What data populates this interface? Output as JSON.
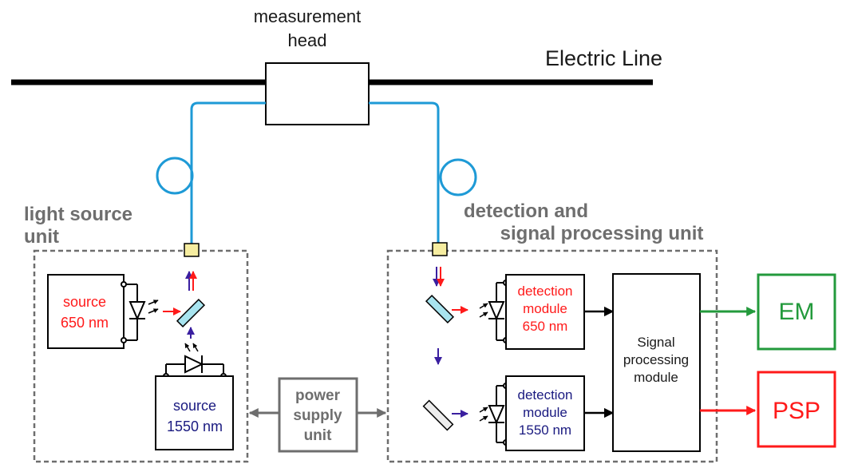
{
  "measurement_head": {
    "line1": "measurement",
    "line2": "head"
  },
  "electric_line": {
    "label": "Electric Line"
  },
  "light_source_unit": {
    "title_line1": "light source",
    "title_line2": "unit",
    "source_650": {
      "line1": "source",
      "line2": "650 nm"
    },
    "source_1550": {
      "line1": "source",
      "line2": "1550 nm"
    }
  },
  "detection_unit": {
    "title_line1": "detection and",
    "title_line2": "signal processing unit",
    "detection_650": {
      "line1": "detection",
      "line2": "module",
      "line3": "650 nm"
    },
    "detection_1550": {
      "line1": "detection",
      "line2": "module",
      "line3": "1550 nm"
    },
    "signal_processing": {
      "line1": "Signal",
      "line2": "processing",
      "line3": "module"
    }
  },
  "power_supply": {
    "line1": "power",
    "line2": "supply",
    "line3": "unit"
  },
  "outputs": {
    "em": "EM",
    "psp": "PSP"
  },
  "colors": {
    "red": "#ff1a1a",
    "navy": "#1a1a80",
    "fiber": "#1e9ad6",
    "gray": "#6e6e6e",
    "green": "#239a3c",
    "mirror": "#a8e4ef",
    "connector": "#f6eda0",
    "purple": "#3a1fa0"
  }
}
